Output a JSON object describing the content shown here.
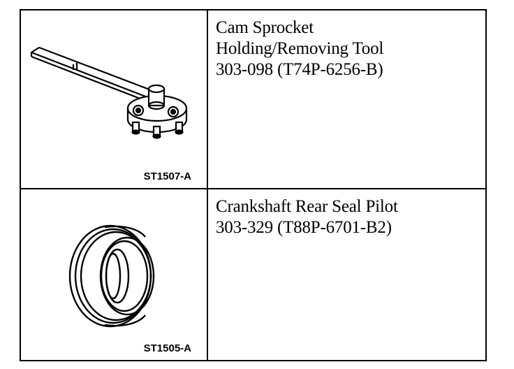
{
  "tools": [
    {
      "lines": [
        "Cam Sprocket",
        "Holding/Removing Tool",
        "303-098 (T74P-6256-B)"
      ],
      "ref": "ST1507-A",
      "icon": "cam-sprocket-tool-icon"
    },
    {
      "lines": [
        "Crankshaft Rear Seal Pilot",
        "303-329 (T88P-6701-B2)"
      ],
      "ref": "ST1505-A",
      "icon": "seal-pilot-icon"
    }
  ]
}
